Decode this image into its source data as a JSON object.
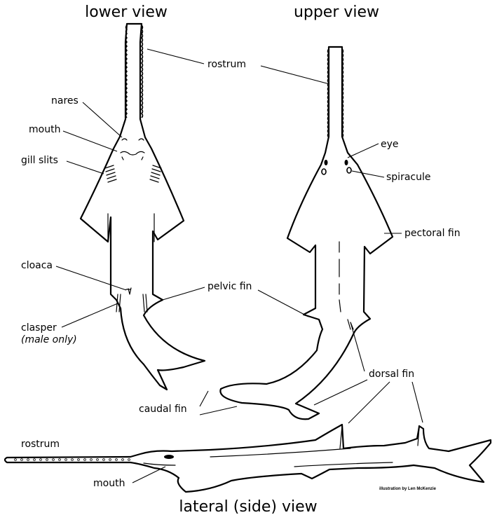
{
  "views": {
    "lower": "lower view",
    "upper": "upper view",
    "lateral": "lateral (side) view"
  },
  "labels": {
    "rostrum_top": "rostrum",
    "nares": "nares",
    "mouth_lower": "mouth",
    "gill_slits": "gill slits",
    "eye": "eye",
    "spiracule": "spiracule",
    "pectoral_fin": "pectoral fin",
    "cloaca": "cloaca",
    "pelvic_fin": "pelvic fin",
    "clasper": "clasper",
    "clasper_note": "(male only)",
    "dorsal_fin": "dorsal fin",
    "caudal_fin": "caudal fin",
    "rostrum_side": "rostrum",
    "mouth_side": "mouth"
  },
  "credit": "illustration by Len McKenzie"
}
